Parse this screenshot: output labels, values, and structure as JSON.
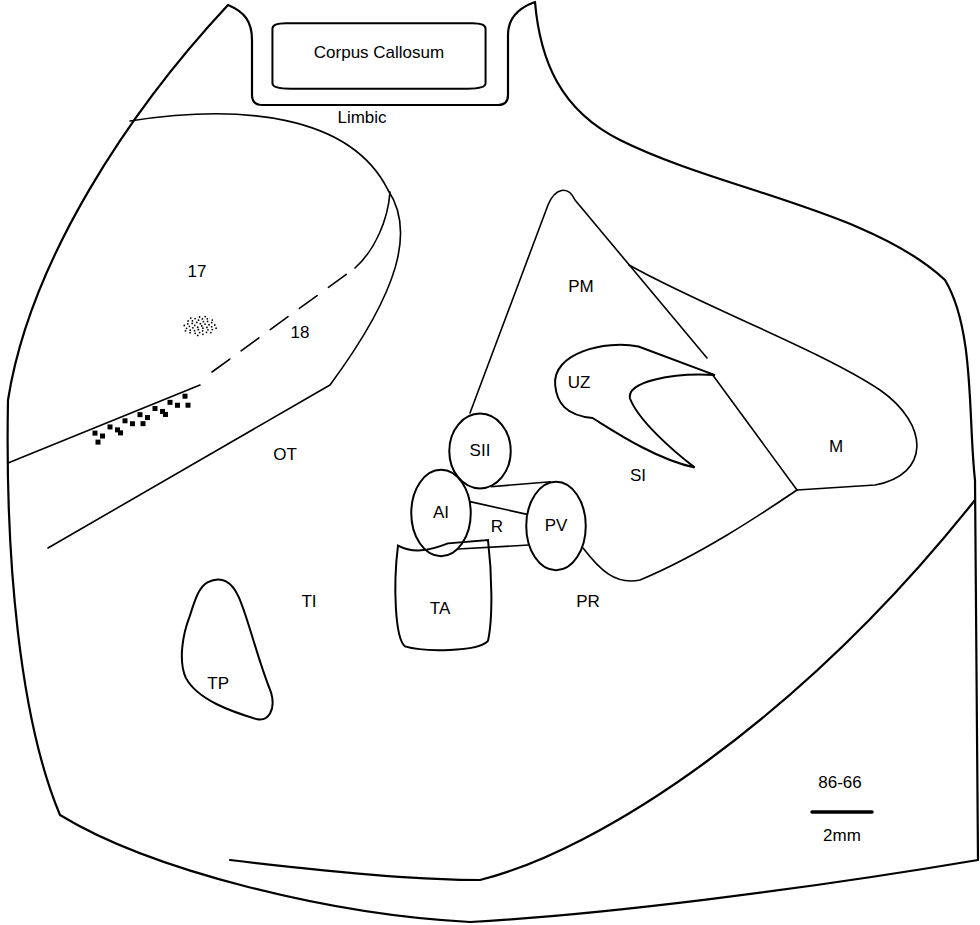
{
  "diagram": {
    "nodes": [
      {
        "text": [
          "Corpus Callosum"
        ]
      },
      {
        "text": [
          "UZ"
        ]
      },
      {
        "text": [
          "SII"
        ]
      },
      {
        "text": [
          "AI"
        ]
      },
      {
        "text": [
          "PV"
        ]
      },
      {
        "text": [
          "TP"
        ]
      },
      {
        "text": [
          "TA"
        ]
      }
    ],
    "edges": [
      {
        "from": 2,
        "to": 4,
        "arrow": "none"
      },
      {
        "from": 3,
        "to": 4,
        "arrow": "none"
      },
      {
        "from": 3,
        "to": 4,
        "arrow": "none"
      }
    ],
    "labels": [
      "Limbic",
      "17",
      "18",
      "OT",
      "PM",
      "M",
      "SI",
      "R",
      "TI",
      "PR",
      "86-66",
      "2mm"
    ]
  }
}
